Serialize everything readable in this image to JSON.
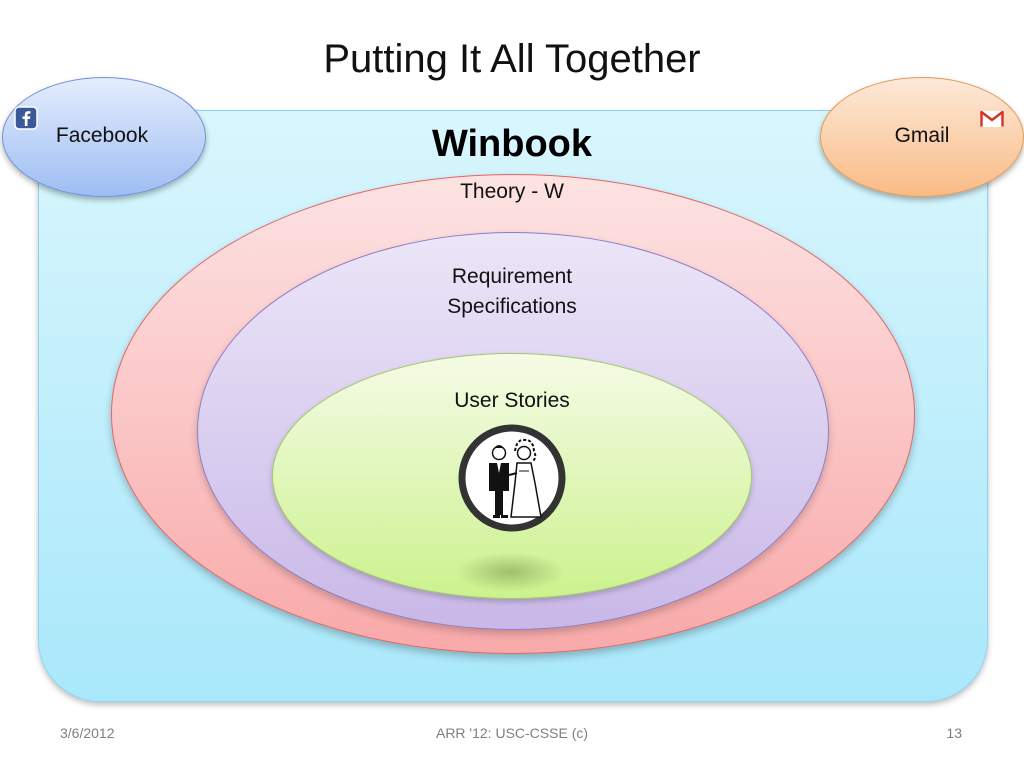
{
  "slide": {
    "title": "Putting It All Together"
  },
  "diagram": {
    "container_title": "Winbook",
    "layers": {
      "theory": "Theory - W",
      "requirements_line1": "Requirement",
      "requirements_line2": "Specifications",
      "user_stories": "User Stories"
    },
    "integrations": {
      "left": "Facebook",
      "right": "Gmail"
    },
    "colors": {
      "container": "#a9e8fb",
      "theory": "#f9a9a9",
      "requirements": "#c9b8e8",
      "user_stories": "#ccf28e",
      "facebook": "#9dbdf3",
      "gmail": "#f9bb86"
    },
    "icons": [
      "facebook-icon",
      "gmail-icon",
      "bride-and-groom-icon"
    ]
  },
  "footer": {
    "date": "3/6/2012",
    "center": "ARR '12: USC-CSSE (c)",
    "page": "13"
  }
}
